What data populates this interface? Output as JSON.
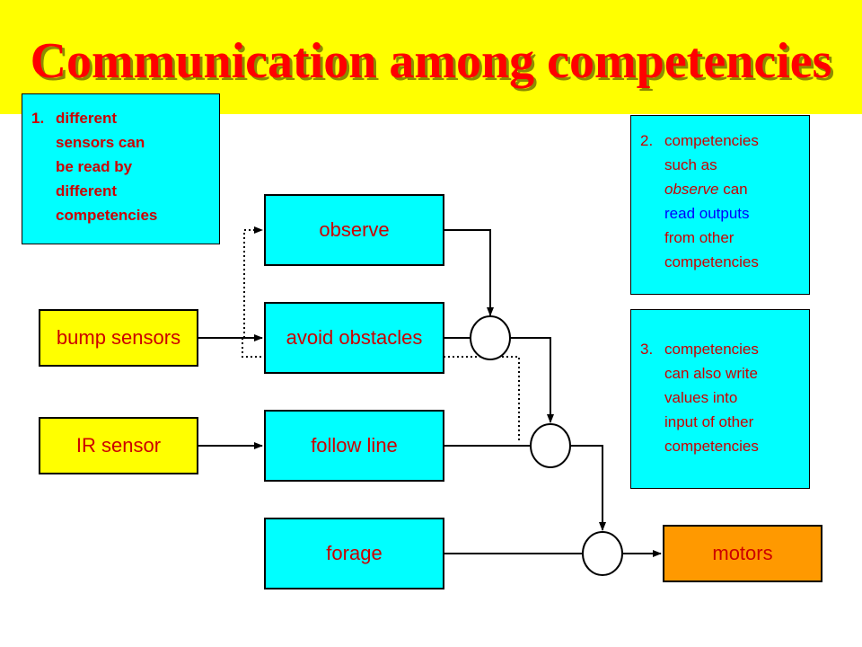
{
  "title": "Communication among competencies",
  "inputs": {
    "bump_sensors": "bump sensors",
    "ir_sensor": "IR sensor"
  },
  "competencies": {
    "observe": "observe",
    "avoid_obstacles": "avoid obstacles",
    "follow_line": "follow line",
    "forage": "forage"
  },
  "output": {
    "motors": "motors"
  },
  "notes": {
    "note1": {
      "number": "1.",
      "lines": [
        "different",
        "sensors can",
        "be read by",
        "different",
        "competencies"
      ]
    },
    "note2": {
      "number": "2.",
      "line1": "competencies",
      "line2": "such as",
      "line3_emph": "observe",
      "line3_rest": " can",
      "line4_blue": "read outputs",
      "line5": "from other",
      "line6": "competencies"
    },
    "note3": {
      "number": "3.",
      "lines": [
        "competencies",
        "can also write",
        "values into",
        "input of other",
        "competencies"
      ]
    }
  },
  "colors": {
    "title_band": "#ffff00",
    "title_text": "#ff0000",
    "competency_fill": "#00ffff",
    "sensor_fill": "#ffff00",
    "motor_fill": "#ff9900",
    "label_text": "#cc0000",
    "emphasis_blue": "#0000ff"
  }
}
